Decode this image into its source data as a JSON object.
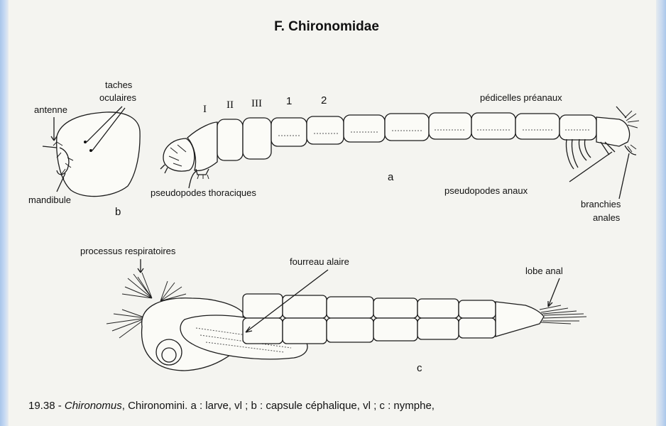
{
  "title": "F. Chironomidae",
  "roman_labels": [
    "I",
    "II",
    "III"
  ],
  "segment_numbers": [
    "1",
    "2"
  ],
  "labels": {
    "antenne": "antenne",
    "taches_oculaires_1": "taches",
    "taches_oculaires_2": "oculaires",
    "mandibule": "mandibule",
    "b": "b",
    "a": "a",
    "c": "c",
    "pseudopodes_thoraciques": "pseudopodes thoraciques",
    "pedicelles_preanaux": "pédicelles préanaux",
    "pseudopodes_anaux": "pseudopodes anaux",
    "branchies_1": "branchies",
    "branchies_2": "anales",
    "processus_respiratoires": "processus respiratoires",
    "fourreau_alaire": "fourreau alaire",
    "lobe_anal": "lobe anal"
  },
  "caption": {
    "number": "19.38 - ",
    "genus": "Chironomus",
    "rest": ", Chironomini. a : larve, vl ; b : capsule céphalique, vl ; c : nymphe,"
  }
}
